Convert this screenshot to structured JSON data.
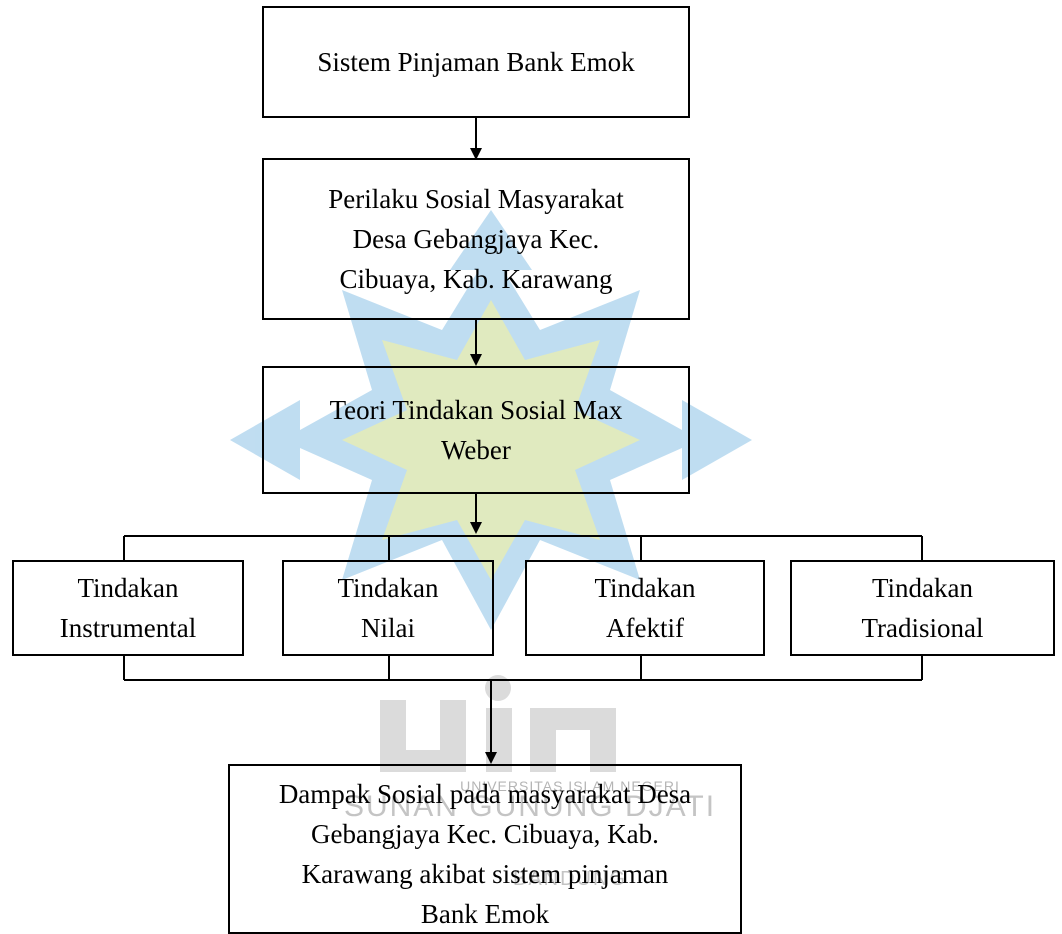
{
  "watermark": {
    "line1": "UNIVERSITAS ISLAM NEGERI",
    "line2": "SUNAN GUNUNG DJATI",
    "line3": "BANDUNG"
  },
  "nodes": {
    "system": "Sistem Pinjaman Bank Emok",
    "behavior": "Perilaku Sosial Masyarakat\nDesa Gebangjaya Kec.\nCibuaya, Kab. Karawang",
    "theory": "Teori Tindakan Sosial Max\nWeber",
    "instrumental": "Tindakan\nInstrumental",
    "value": "Tindakan\nNilai",
    "affective": "Tindakan\nAfektif",
    "traditional": "Tindakan\nTradisional",
    "impact": "Dampak Sosial pada masyarakat Desa\nGebangjaya Kec. Cibuaya, Kab.\nKarawang akibat sistem pinjaman\nBank Emok"
  },
  "colors": {
    "watermark_blue": "#4a9fd8",
    "watermark_green": "#a8c64a",
    "watermark_gray": "#9a9a9a"
  }
}
